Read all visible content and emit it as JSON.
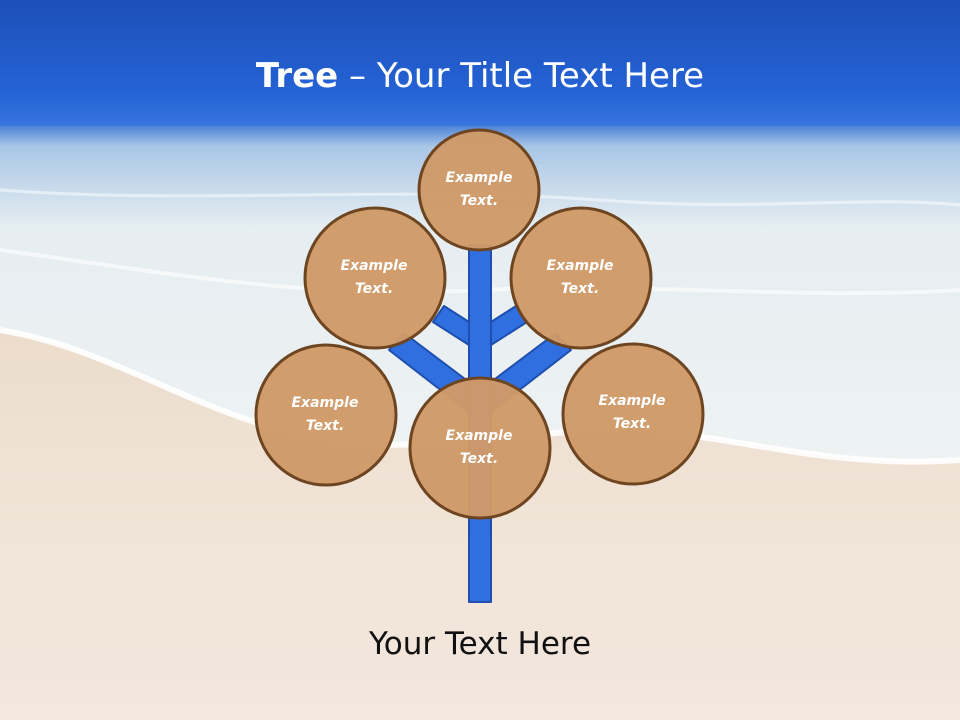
{
  "title": {
    "bold_part": "Tree",
    "rest_part": " – Your Title Text Here"
  },
  "caption": "Your Text Here",
  "nodes": [
    {
      "line1": "Example",
      "line2": "Text."
    },
    {
      "line1": "Example",
      "line2": "Text."
    },
    {
      "line1": "Example",
      "line2": "Text."
    },
    {
      "line1": "Example",
      "line2": "Text."
    },
    {
      "line1": "Example",
      "line2": "Text."
    },
    {
      "line1": "Example",
      "line2": "Text."
    }
  ],
  "colors": {
    "sky": "#1f55c4",
    "sea": "#dfe9ef",
    "sand": "#efe3d8",
    "node_fill": "#cf9a68",
    "node_stroke": "#6e4521",
    "branch": "#2f6fe0",
    "branch_stroke": "#1e4fae"
  }
}
